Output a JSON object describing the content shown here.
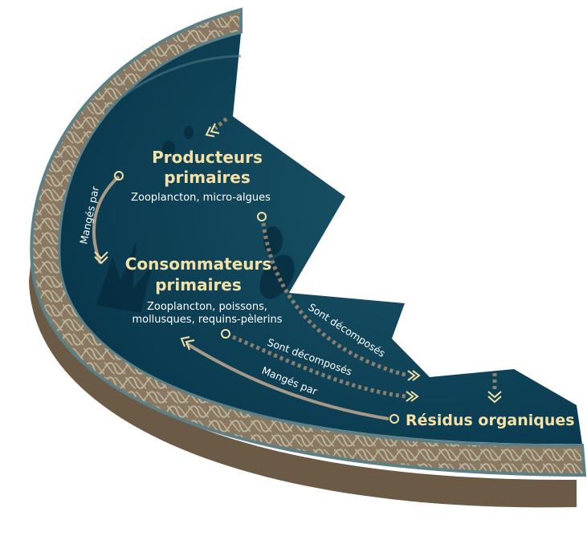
{
  "nodes": {
    "producers": {
      "title_line1": "Producteurs",
      "title_line2": "primaires",
      "subtitle": "Zooplancton, micro-algues"
    },
    "consumers": {
      "title_line1": "Consommateurs",
      "title_line2": "primaires",
      "subtitle_line1": "Zooplancton, poissons,",
      "subtitle_line2": "mollusques, requins-pèlerins"
    },
    "residues": {
      "title": "Résidus organiques"
    }
  },
  "arrows": {
    "eaten_by_1": "Mangés par",
    "decomposed_1": "Sont décomposés",
    "decomposed_2": "Sont décomposés",
    "eaten_by_2": "Mangés par"
  },
  "colors": {
    "water": "#0b3a50",
    "water_light": "#1c5366",
    "sediment_band": "#8a7862",
    "sediment_pattern": "#b9b59a",
    "side": "#6b5a45",
    "accent": "#f3e1a6",
    "arrow_dotted": "#8b7f6d"
  }
}
